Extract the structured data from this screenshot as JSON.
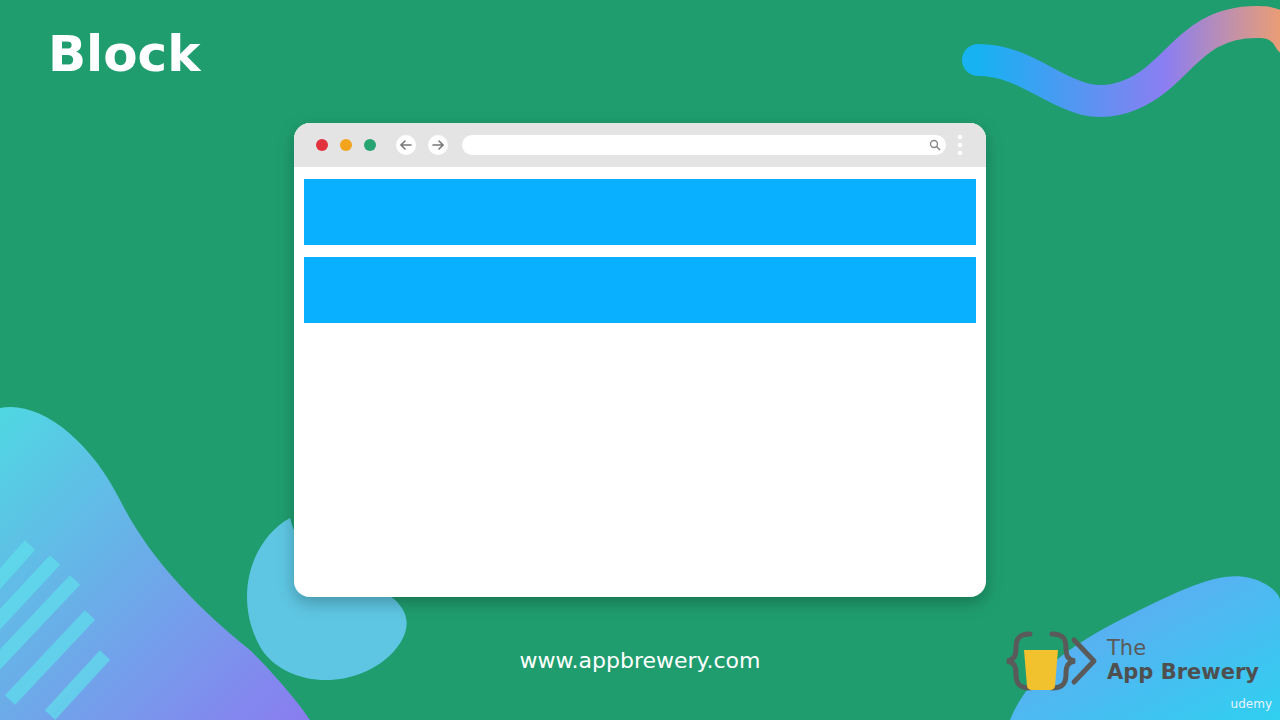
{
  "diagram": {
    "title": "Block",
    "labels": [
      "www.appbrewery.com",
      "The",
      "App Brewery",
      "udemy"
    ]
  }
}
